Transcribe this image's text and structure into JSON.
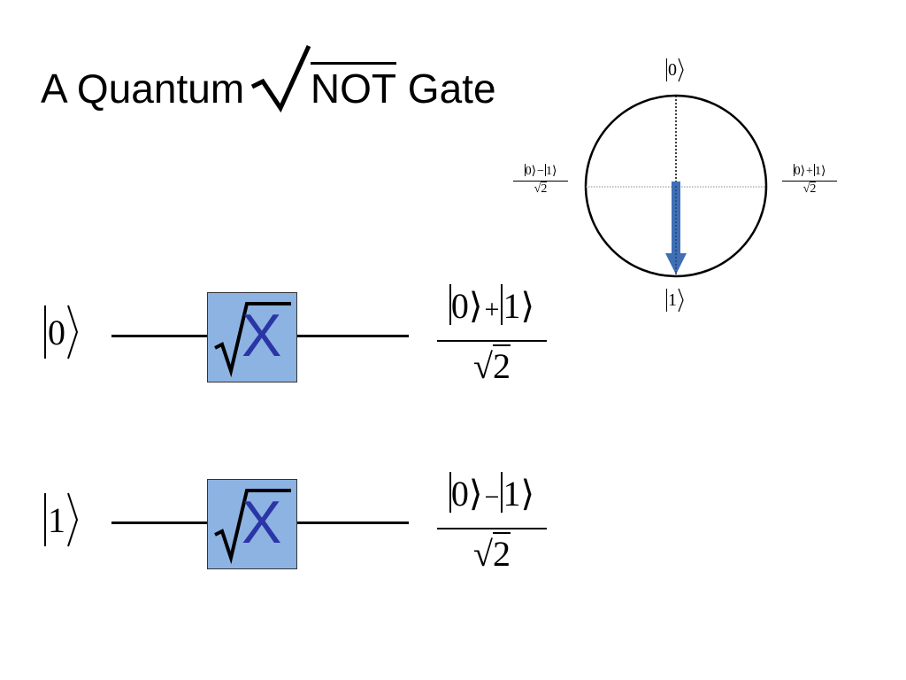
{
  "title": {
    "prefix": "A Quantum ",
    "radical_text": "NOT",
    "suffix": " Gate"
  },
  "bloch": {
    "top_label_ket": "0",
    "bottom_label_ket": "1",
    "left_label": {
      "numerator_a": "0",
      "op": "−",
      "numerator_b": "1",
      "denominator": "2"
    },
    "right_label": {
      "numerator_a": "0",
      "op": "+",
      "numerator_b": "1",
      "denominator": "2"
    },
    "arrow_color": "#3f6fb5"
  },
  "circuits": [
    {
      "input_ket": "0",
      "gate_symbol": "X",
      "output": {
        "numerator_a": "0",
        "op": "+",
        "numerator_b": "1",
        "denominator": "2"
      }
    },
    {
      "input_ket": "1",
      "gate_symbol": "X",
      "output": {
        "numerator_a": "0",
        "op": "−",
        "numerator_b": "1",
        "denominator": "2"
      }
    }
  ],
  "colors": {
    "gate_fill": "#8db3e2",
    "gate_symbol": "#2a36a6"
  }
}
